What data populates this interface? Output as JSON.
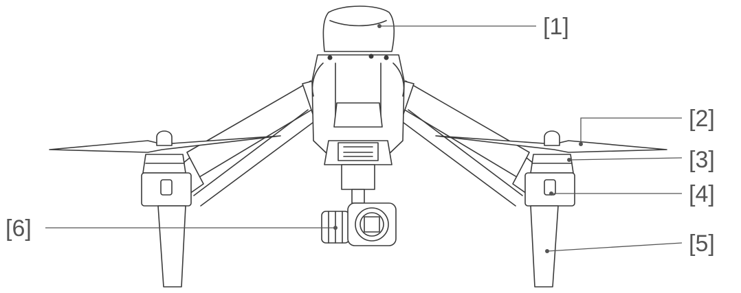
{
  "callouts": {
    "c1": "[1]",
    "c2": "[2]",
    "c3": "[3]",
    "c4": "[4]",
    "c5": "[5]",
    "c6": "[6]"
  },
  "colors": {
    "line": "#3a3a3a",
    "leader": "#555555",
    "background": "#ffffff"
  }
}
